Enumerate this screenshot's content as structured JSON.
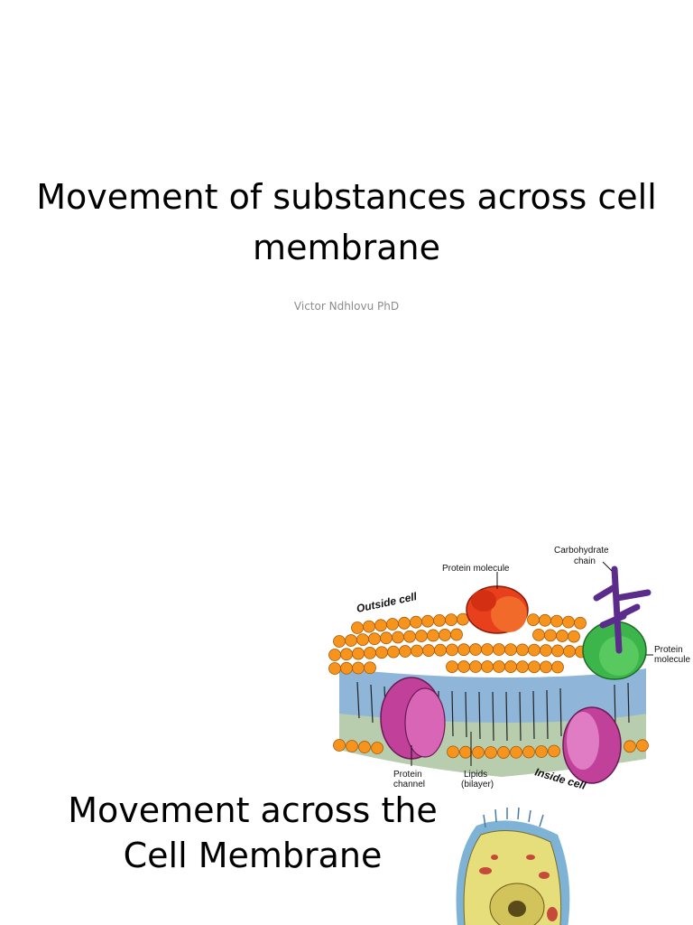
{
  "slide1": {
    "title": "Movement of substances across cell membrane",
    "subtitle": "Victor Ndhlovu PhD"
  },
  "slide2": {
    "title_line1": "Movement across the",
    "title_line2": "Cell Membrane",
    "diagram_labels": {
      "outside_cell": "Outside cell",
      "inside_cell": "Inside cell",
      "protein_molecule_top": "Protein molecule",
      "carbohydrate_chain_1": "Carbohydrate",
      "carbohydrate_chain_2": "chain",
      "protein_molecule_right_1": "Protein",
      "protein_molecule_right_2": "molecule",
      "protein_channel_1": "Protein",
      "protein_channel_2": "channel",
      "lipids_1": "Lipids",
      "lipids_2": "(bilayer)"
    }
  },
  "colors": {
    "background": "#ffffff",
    "title_text": "#000000",
    "subtitle_text": "#8c8c8c",
    "lipid_head": "#f7941d",
    "protein_top": "#e8401c",
    "protein_right": "#3cb54a",
    "protein_channel": "#c0409a",
    "carbohydrate": "#5b2c8c",
    "bilayer_interior": "#8fb6d8"
  }
}
